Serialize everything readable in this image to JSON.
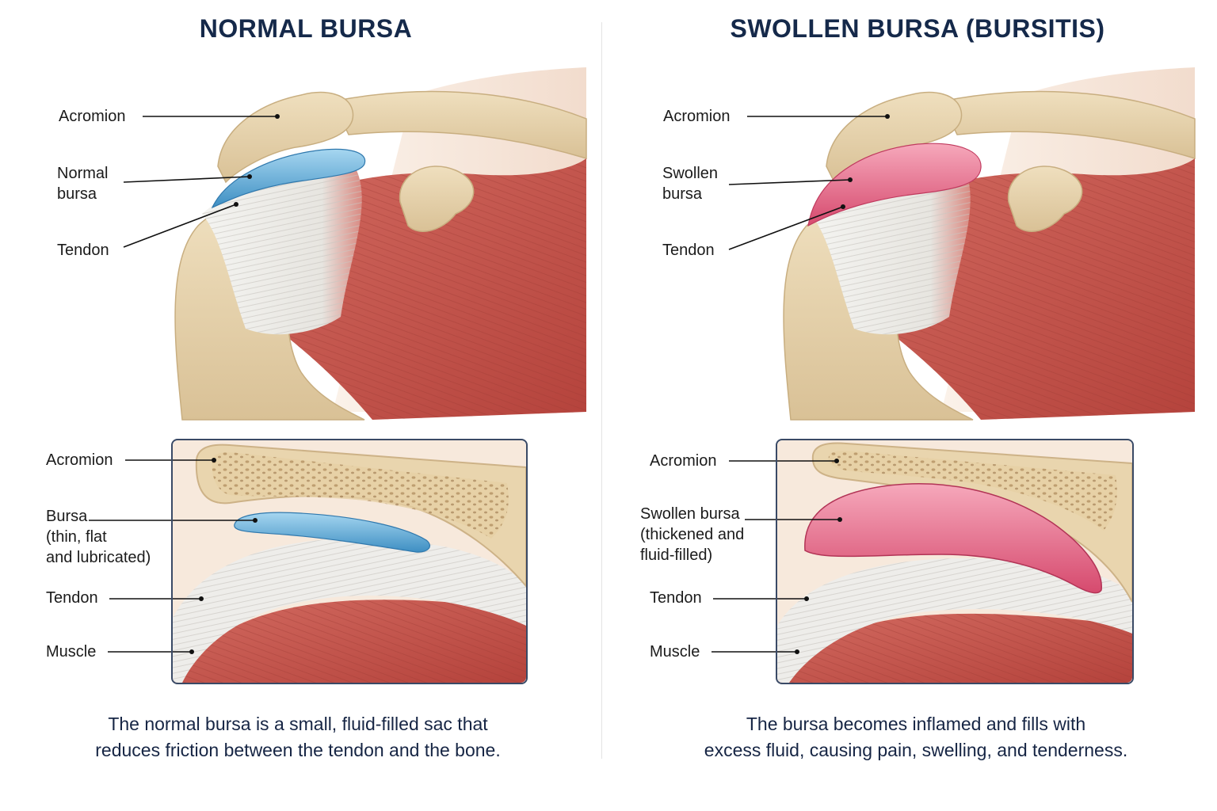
{
  "colors": {
    "title": "#15294a",
    "bone": "#e6d2ac",
    "tendon": "#ebebe8",
    "muscle": "#c7524a",
    "normal_bursa": "#5aaad6",
    "swollen_bursa": "#e0607e",
    "frame": "#3a4a66"
  },
  "left": {
    "title": "NORMAL BURSA",
    "labels": {
      "acromion": "Acromion",
      "bursa": "Normal\nbursa",
      "tendon": "Tendon"
    },
    "inset_labels": {
      "acromion": "Acromion",
      "bursa": "Bursa\n(thin, flat\nand lubricated)",
      "tendon": "Tendon",
      "muscle": "Muscle"
    },
    "caption": "The normal bursa is a small, fluid-filled sac that\nreduces friction between the tendon and the bone."
  },
  "right": {
    "title": "SWOLLEN BURSA (BURSITIS)",
    "labels": {
      "acromion": "Acromion",
      "bursa": "Swollen\nbursa",
      "tendon": "Tendon"
    },
    "inset_labels": {
      "acromion": "Acromion",
      "bursa": "Swollen bursa\n(thickened and\nfluid-filled)",
      "tendon": "Tendon",
      "muscle": "Muscle"
    },
    "caption": "The bursa becomes inflamed and fills with\nexcess fluid, causing pain, swelling, and tenderness."
  }
}
